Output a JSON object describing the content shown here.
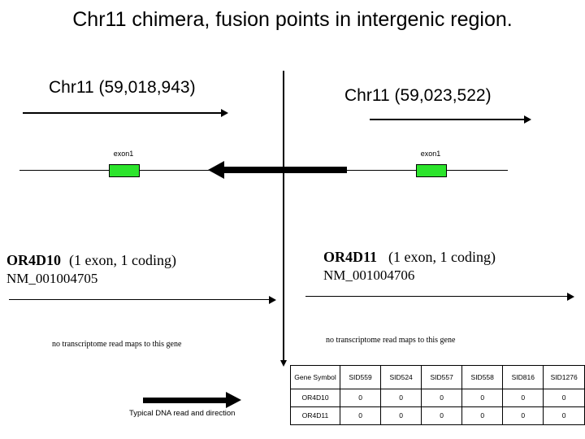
{
  "slide": {
    "title": "Chr11 chimera, fusion points in intergenic region."
  },
  "fusion_points": {
    "left_coordinate": "Chr11 (59,018,943)",
    "right_coordinate": "Chr11 (59,023,522)"
  },
  "tracks": {
    "left": {
      "exon_label": "exon1",
      "gene_symbol": "OR4D10",
      "gene_detail": "(1 exon, 1 coding)",
      "accession": "NM_001004705",
      "note": "no transcriptome read maps to this gene"
    },
    "right": {
      "exon_label": "exon1",
      "gene_symbol": "OR4D11",
      "gene_detail": "(1 exon, 1 coding)",
      "accession": "NM_001004706",
      "note": "no transcriptome read maps to this gene"
    }
  },
  "legend": {
    "caption": "Typical DNA read and direction"
  },
  "table": {
    "headers": [
      "Gene Symbol",
      "SID559",
      "SID524",
      "SID557",
      "SID558",
      "SID816",
      "SID1276"
    ],
    "rows": [
      {
        "gene": "OR4D10",
        "values": [
          "0",
          "0",
          "0",
          "0",
          "0",
          "0"
        ]
      },
      {
        "gene": "OR4D11",
        "values": [
          "0",
          "0",
          "0",
          "0",
          "0",
          "0"
        ]
      }
    ]
  },
  "colors": {
    "exon_fill": "#2ce42c",
    "stroke": "#000000",
    "background": "#ffffff"
  }
}
